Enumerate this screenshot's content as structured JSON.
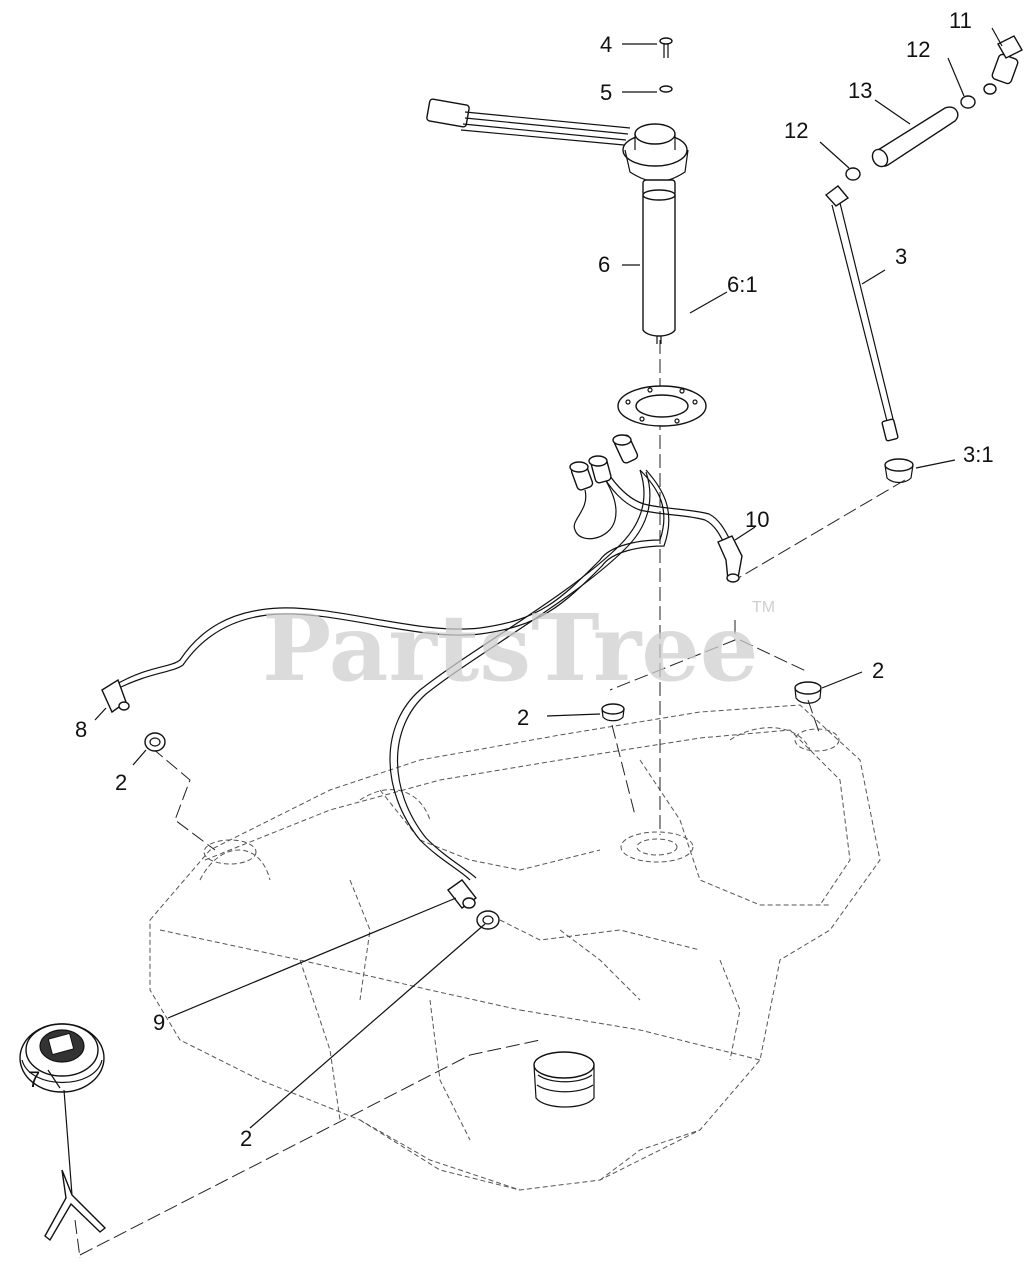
{
  "watermark": {
    "text": "PartsTree",
    "trademark": "TM"
  },
  "callouts": [
    {
      "id": "c4",
      "text": "4"
    },
    {
      "id": "c5",
      "text": "5"
    },
    {
      "id": "c6",
      "text": "6"
    },
    {
      "id": "c61",
      "text": "6:1"
    },
    {
      "id": "c3",
      "text": "3"
    },
    {
      "id": "c31",
      "text": "3:1"
    },
    {
      "id": "c11",
      "text": "11"
    },
    {
      "id": "c12a",
      "text": "12"
    },
    {
      "id": "c12b",
      "text": "12"
    },
    {
      "id": "c13",
      "text": "13"
    },
    {
      "id": "c10",
      "text": "10"
    },
    {
      "id": "c2a",
      "text": "2"
    },
    {
      "id": "c2b",
      "text": "2"
    },
    {
      "id": "c2c",
      "text": "2"
    },
    {
      "id": "c2d",
      "text": "2"
    },
    {
      "id": "c8",
      "text": "8"
    },
    {
      "id": "c9",
      "text": "9"
    },
    {
      "id": "c7",
      "text": "7"
    }
  ]
}
